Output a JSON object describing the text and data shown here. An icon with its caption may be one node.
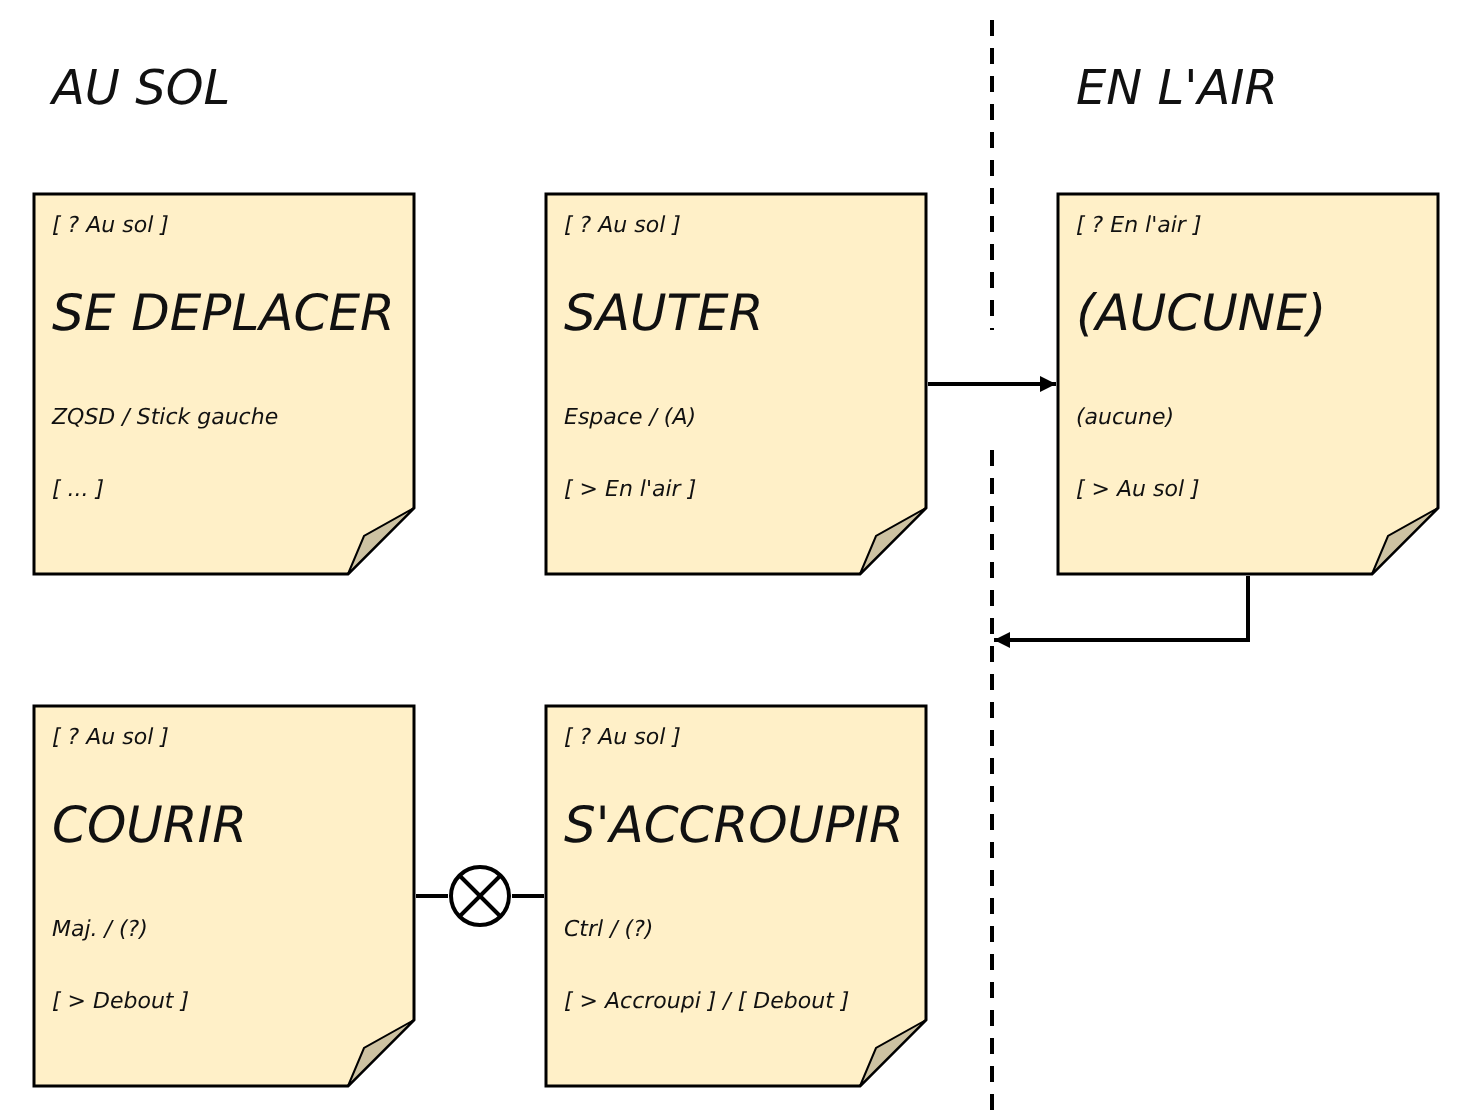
{
  "diagram": {
    "nodes": [
      {
        "text": [
          "[ ? Au sol ]",
          "SE DEPLACER",
          "ZQSD / Stick gauche",
          "[ ... ]"
        ]
      },
      {
        "text": [
          "[ ? Au sol ]",
          "SAUTER",
          "Espace / (A)",
          "[ > En l'air ]"
        ]
      },
      {
        "text": [
          "[ ? En l'air ]",
          "(AUCUNE)",
          "(aucune)",
          "[ > Au sol ]"
        ]
      },
      {
        "text": [
          "[ ? Au sol ]",
          "COURIR",
          "Maj. / (?)",
          "[ > Debout ]"
        ]
      },
      {
        "text": [],
        "shape": "circle"
      },
      {
        "text": [
          "[ ? Au sol ]",
          "S'ACCROUPIR",
          "Ctrl / (?)",
          "[ > Accroupi ] / [ Debout ]"
        ]
      }
    ],
    "edges": [
      {
        "from": 1,
        "to": 2,
        "arrow": "to"
      },
      {
        "from": 2,
        "to": null,
        "arrow": "to"
      },
      {
        "from": 3,
        "to": 4,
        "arrow": "none"
      },
      {
        "from": 4,
        "to": 5,
        "arrow": "none"
      }
    ],
    "labels": [
      "AU SOL",
      "EN L'AIR"
    ]
  }
}
